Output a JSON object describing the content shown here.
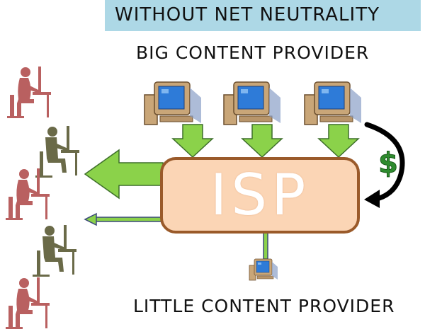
{
  "title": "WITHOUT NET NEUTRALITY",
  "big_provider_label": "BIG CONTENT PROVIDER",
  "little_provider_label": "LITTLE CONTENT PROVIDER",
  "isp_label": "ISP",
  "payment_symbol": "$",
  "colors": {
    "banner": "#add8e6",
    "isp_fill": "#fbd5b5",
    "isp_border": "#9a5a2a",
    "arrow_green": "#8bd24a",
    "arrow_outline": "#3d6e2a",
    "thin_arrow_blue": "#3b4a7a",
    "dollar_green": "#2e8b2e",
    "user_female": "#b96060",
    "user_male": "#6a6a48"
  }
}
